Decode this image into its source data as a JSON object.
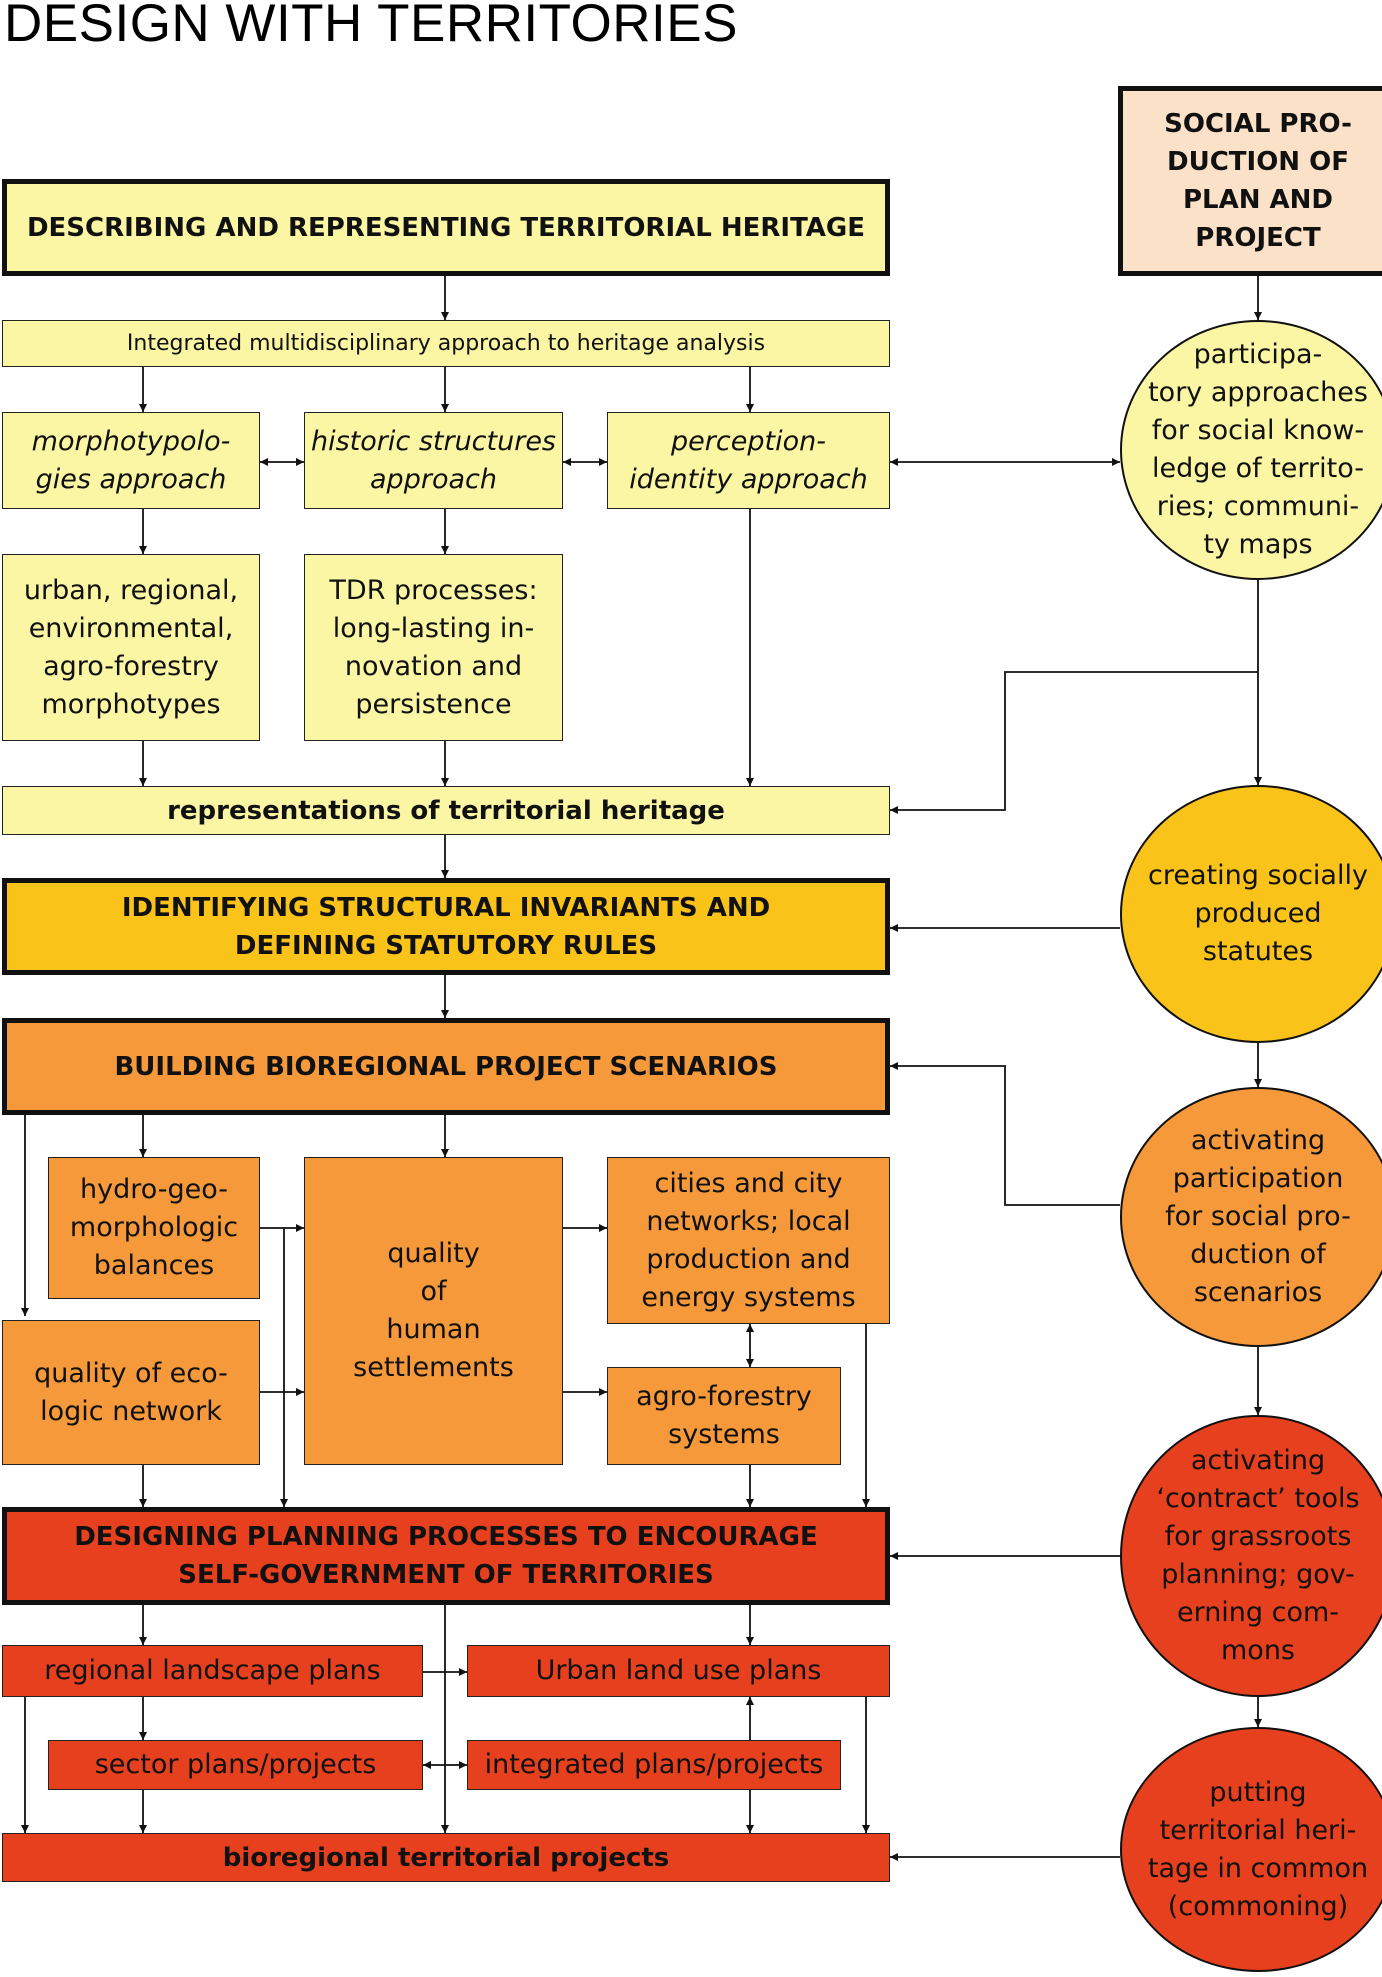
{
  "title": "DESIGN WITH TERRITORIES",
  "colors": {
    "light_yellow": "#fbf6a3",
    "yellow": "#f9c31a",
    "orange": "#f5993a",
    "red": "#e6401f",
    "peach": "#fae1c8"
  },
  "main": {
    "describing": "DESCRIBING AND REPRESENTING TERRITORIAL HERITAGE",
    "integrated_approach": "Integrated multidisciplinary approach to heritage analysis",
    "morphotypologies": "morphotypolo-\ngies approach",
    "historic_structures": "historic structures\napproach",
    "perception_identity": "perception-\nidentity approach",
    "morphotypes": "urban, regional,\nenvironmental,\nagro-forestry\nmorphotypes",
    "tdr_processes": "TDR processes:\nlong-lasting in-\nnovation and\npersistence",
    "representations": "representations of territorial heritage",
    "identifying": "IDENTIFYING STRUCTURAL INVARIANTS AND\nDEFINING STATUTORY RULES",
    "building": "BUILDING BIOREGIONAL PROJECT SCENARIOS",
    "hydro": "hydro-geo-\nmorphologic\nbalances",
    "ecologic": "quality of eco-\nlogic network",
    "quality_settlements": "quality\nof\nhuman\nsettlements",
    "cities": "cities and city\nnetworks; local\nproduction and\nenergy systems",
    "agro_systems": "agro-forestry\nsystems",
    "designing": "DESIGNING PLANNING PROCESSES TO ENCOURAGE\nSELF-GOVERNMENT OF TERRITORIES",
    "regional_landscape": "regional landscape plans",
    "urban_land_use": "Urban land use plans",
    "sector_plans": "sector plans/projects",
    "integrated_plans": "integrated plans/projects",
    "bioregional_projects": "bioregional territorial projects"
  },
  "side": {
    "social_production": "SOCIAL PRO-\nDUCTION OF\nPLAN AND\nPROJECT",
    "participatory": "participa-\ntory approaches\nfor social know-\nledge of territo-\nries; communi-\nty maps",
    "statutes": "creating socially\nproduced\nstatutes",
    "participation": "activating\nparticipation\nfor social pro-\nduction of\nscenarios",
    "contract_tools": "activating\n‘contract’ tools\nfor grassroots\nplanning; gov-\nerning com-\nmons",
    "commoning": "putting\nterritorial heri-\ntage in common\n(commoning)"
  }
}
